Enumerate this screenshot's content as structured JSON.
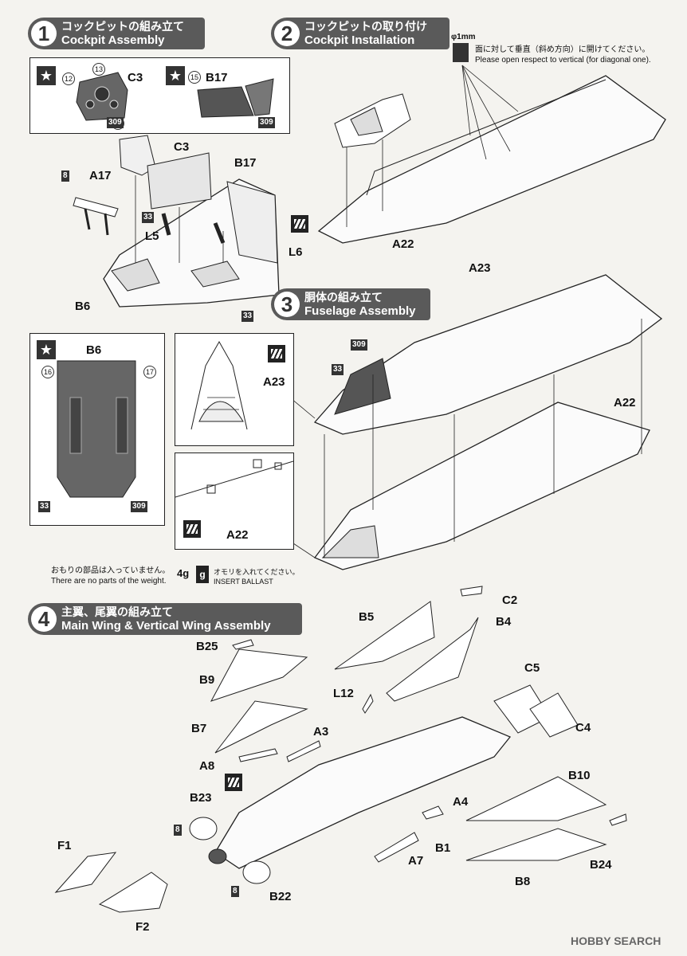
{
  "steps": [
    {
      "num": "1",
      "jp": "コックピットの組み立て",
      "en": "Cockpit Assembly"
    },
    {
      "num": "2",
      "jp": "コックピットの取り付け",
      "en": "Cockpit Installation"
    },
    {
      "num": "3",
      "jp": "胴体の組み立て",
      "en": "Fuselage Assembly"
    },
    {
      "num": "4",
      "jp": "主翼、尾翼の組み立て",
      "en": "Main Wing & Vertical Wing Assembly"
    }
  ],
  "step1": {
    "decal_box": {
      "c3": "C3",
      "b17": "B17",
      "n12": "12",
      "n13": "13",
      "n14": "14",
      "n15": "15",
      "paint_a": "309",
      "paint_b": "309"
    },
    "parts": {
      "c3": "C3",
      "b17": "B17",
      "a17": "A17",
      "l5": "L5",
      "l6": "L6",
      "b6": "B6",
      "tag8": "8",
      "tag33a": "33",
      "tag33b": "33"
    },
    "b6_box": {
      "title": "B6",
      "n16": "16",
      "n17": "17",
      "tag33": "33",
      "tag309": "309"
    }
  },
  "step2": {
    "drill": "φ1mm",
    "note_jp": "面に対して垂直（斜め方向）に開けてください。",
    "note_en": "Please open respect to vertical (for diagonal one).",
    "a22": "A22"
  },
  "step3": {
    "a23": "A23",
    "a22": "A22",
    "tag309": "309",
    "tag33": "33",
    "inset_a23": "A23",
    "inset_a22": "A22",
    "weight_note_jp": "おもりの部品は入っていません。",
    "weight_note_en": "There are no parts of the weight.",
    "weight": "4g",
    "weight_icon": "g",
    "ballast_jp": "オモリを入れてください。",
    "ballast_en": "INSERT BALLAST"
  },
  "step4": {
    "labels": {
      "c2": "C2",
      "b5": "B5",
      "b4": "B4",
      "b25": "B25",
      "b9": "B9",
      "c5": "C5",
      "l12": "L12",
      "b7": "B7",
      "a3": "A3",
      "c4": "C4",
      "a8": "A8",
      "b10": "B10",
      "b23": "B23",
      "a4": "A4",
      "b1": "B1",
      "a7": "A7",
      "f1": "F1",
      "b24": "B24",
      "b8": "B8",
      "b22": "B22",
      "f2": "F2",
      "tag8a": "8",
      "tag8b": "8"
    }
  },
  "watermark": "HOBBY SEARCH"
}
